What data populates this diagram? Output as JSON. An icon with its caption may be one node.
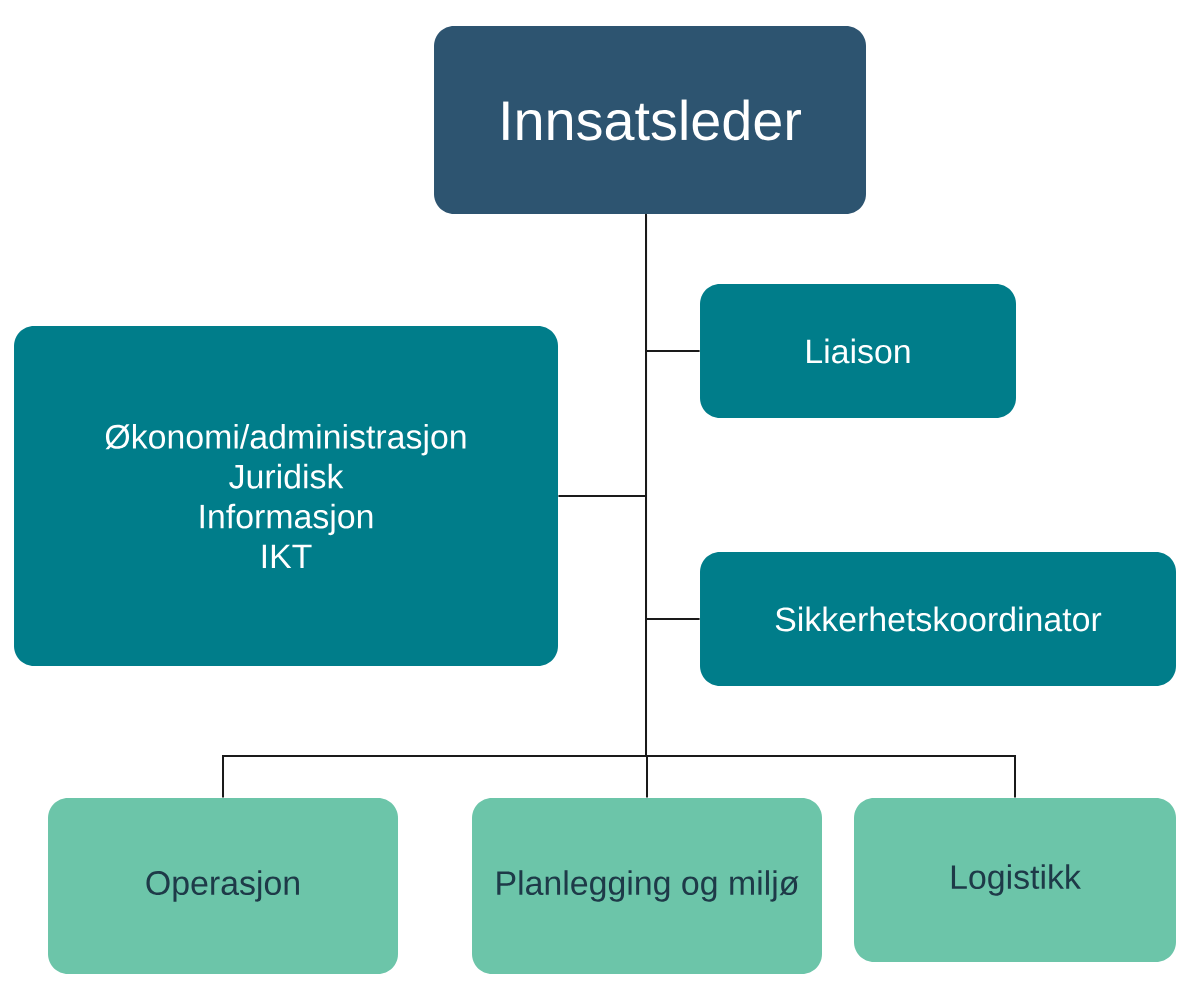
{
  "diagram": {
    "nodes": [
      {
        "text": [
          "Innsatsleder"
        ]
      },
      {
        "text": [
          "Liaison"
        ]
      },
      {
        "text": [
          "Økonomi/administrasjon",
          "Juridisk",
          "Informasjon",
          "IKT"
        ]
      },
      {
        "text": [
          "Sikkerhetskoordinator"
        ]
      },
      {
        "text": [
          "Operasjon"
        ]
      },
      {
        "text": [
          "Planlegging og miljø"
        ]
      },
      {
        "text": [
          "Logistikk"
        ]
      }
    ],
    "edges": [
      {
        "from": 0,
        "to": 1,
        "arrow": "none"
      },
      {
        "from": 0,
        "to": 2,
        "arrow": "none"
      },
      {
        "from": 0,
        "to": 3,
        "arrow": "none"
      },
      {
        "from": 0,
        "to": 4,
        "arrow": "none"
      },
      {
        "from": 0,
        "to": 5,
        "arrow": "none"
      },
      {
        "from": 0,
        "to": 6,
        "arrow": "none"
      }
    ]
  }
}
